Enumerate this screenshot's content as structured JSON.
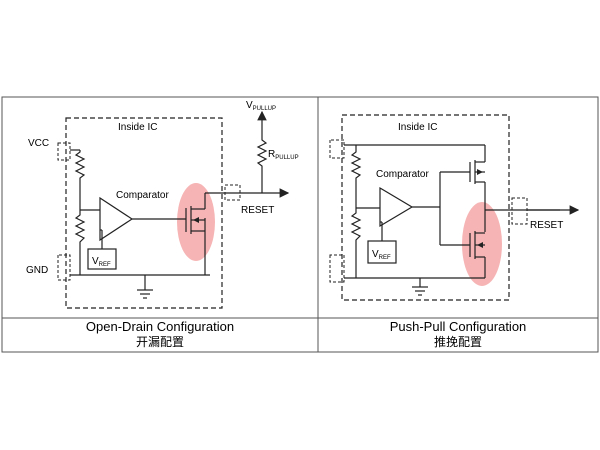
{
  "panels": [
    {
      "caption": "Open-Drain Configuration",
      "caption_cn": "开漏配置",
      "inside_label": "Inside IC",
      "comparator_label": "Comparator",
      "vref_main": "V",
      "vref_sub": "REF",
      "vcc_label": "VCC",
      "gnd_label": "GND",
      "reset_label": "RESET",
      "vpullup_main": "V",
      "vpullup_sub": "PULLUP",
      "rpullup_main": "R",
      "rpullup_sub": "PULLUP"
    },
    {
      "caption": "Push-Pull Configuration",
      "caption_cn": "推挽配置",
      "inside_label": "Inside IC",
      "comparator_label": "Comparator",
      "vref_main": "V",
      "vref_sub": "REF",
      "reset_label": "RESET"
    }
  ],
  "colors": {
    "highlight": "#f4a7a7",
    "line": "#222222",
    "border": "#555555"
  }
}
